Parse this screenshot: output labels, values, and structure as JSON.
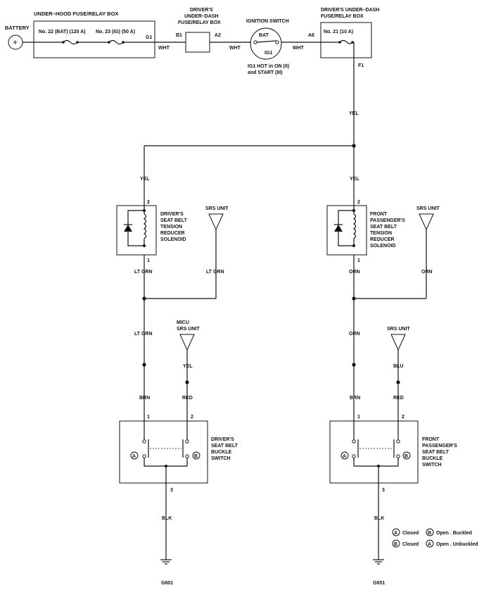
{
  "battery": {
    "label": "BATTERY",
    "symbol": "+"
  },
  "underhood": {
    "title": "UNDER–HOOD FUSE/RELAY BOX",
    "fuse_bat": "No. 22 (BAT) (120 A)",
    "fuse_ig": "No. 23 (IG) (50 A)",
    "pin": "G1"
  },
  "wire_top1": "WHT",
  "driver_box1": {
    "title_l1": "DRIVER'S",
    "title_l2": "UNDER–DASH",
    "title_l3": "FUSE/RELAY BOX",
    "pin_in": "B1",
    "pin_out": "A2"
  },
  "wire_top2": "WHT",
  "ignition": {
    "title": "IGNITION SWITCH",
    "bat": "BAT",
    "ig1": "IG1",
    "note_l1": "IG1 HOT in ON (II)",
    "note_l2": "and START (III)"
  },
  "wire_top3": "WHT",
  "driver_box2": {
    "title_l1": "DRIVER'S UNDER–DASH",
    "title_l2": "FUSE/RELAY BOX",
    "pin": "A6",
    "fuse": "No. 21 (10 A)",
    "out_pin": "F1"
  },
  "wire_feed": "YEL",
  "left": {
    "wire_yel": "YEL",
    "sol_pin_top": "2",
    "sol_pin_bot": "1",
    "solenoid_l1": "DRIVER'S",
    "solenoid_l2": "SEAT BELT",
    "solenoid_l3": "TENSION",
    "solenoid_l4": "REDUCER",
    "solenoid_l5": "SOLENOID",
    "srs_label": "SRS UNIT",
    "wire_a": "LT GRN",
    "wire_b": "LT GRN",
    "wire_c": "LT GRN",
    "micu_l1": "MICU",
    "micu_l2": "SRS UNIT",
    "wire_micu": "YEL",
    "wire_brn": "BRN",
    "wire_red": "RED",
    "pin1": "1",
    "pin2": "2",
    "pin3": "3",
    "switch_l1": "DRIVER'S",
    "switch_l2": "SEAT BELT",
    "switch_l3": "BUCKLE",
    "switch_l4": "SWITCH",
    "contact_a": "A",
    "contact_b": "B",
    "wire_blk": "BLK",
    "ground": "G601"
  },
  "right": {
    "wire_yel": "YEL",
    "sol_pin_top": "2",
    "sol_pin_bot": "1",
    "solenoid_l1": "FRONT",
    "solenoid_l2": "PASSENGER'S",
    "solenoid_l3": "SEAT BELT",
    "solenoid_l4": "TENSION",
    "solenoid_l5": "REDUCER",
    "solenoid_l6": "SOLENOID",
    "srs_label": "SRS UNIT",
    "wire_a": "ORN",
    "wire_b": "ORN",
    "wire_c": "ORN",
    "srs2_label": "SRS UNIT",
    "wire_srs2": "BLU",
    "wire_brn": "BRN",
    "wire_red": "RED",
    "pin1": "1",
    "pin2": "2",
    "pin3": "3",
    "switch_l1": "FRONT",
    "switch_l2": "PASSENGER'S",
    "switch_l3": "SEAT BELT",
    "switch_l4": "BUCKLE",
    "switch_l5": "SWITCH",
    "contact_a": "A",
    "contact_b": "B",
    "wire_blk": "BLK",
    "ground": "G651"
  },
  "legend": {
    "r1_sym1": "A",
    "r1_state1": "Closed",
    "r1_sym2": "B",
    "r1_state2": "Open . Buckled",
    "r2_sym1": "B",
    "r2_state1": "Closed",
    "r2_sym2": "A",
    "r2_state2": "Open . Unbuckled"
  }
}
